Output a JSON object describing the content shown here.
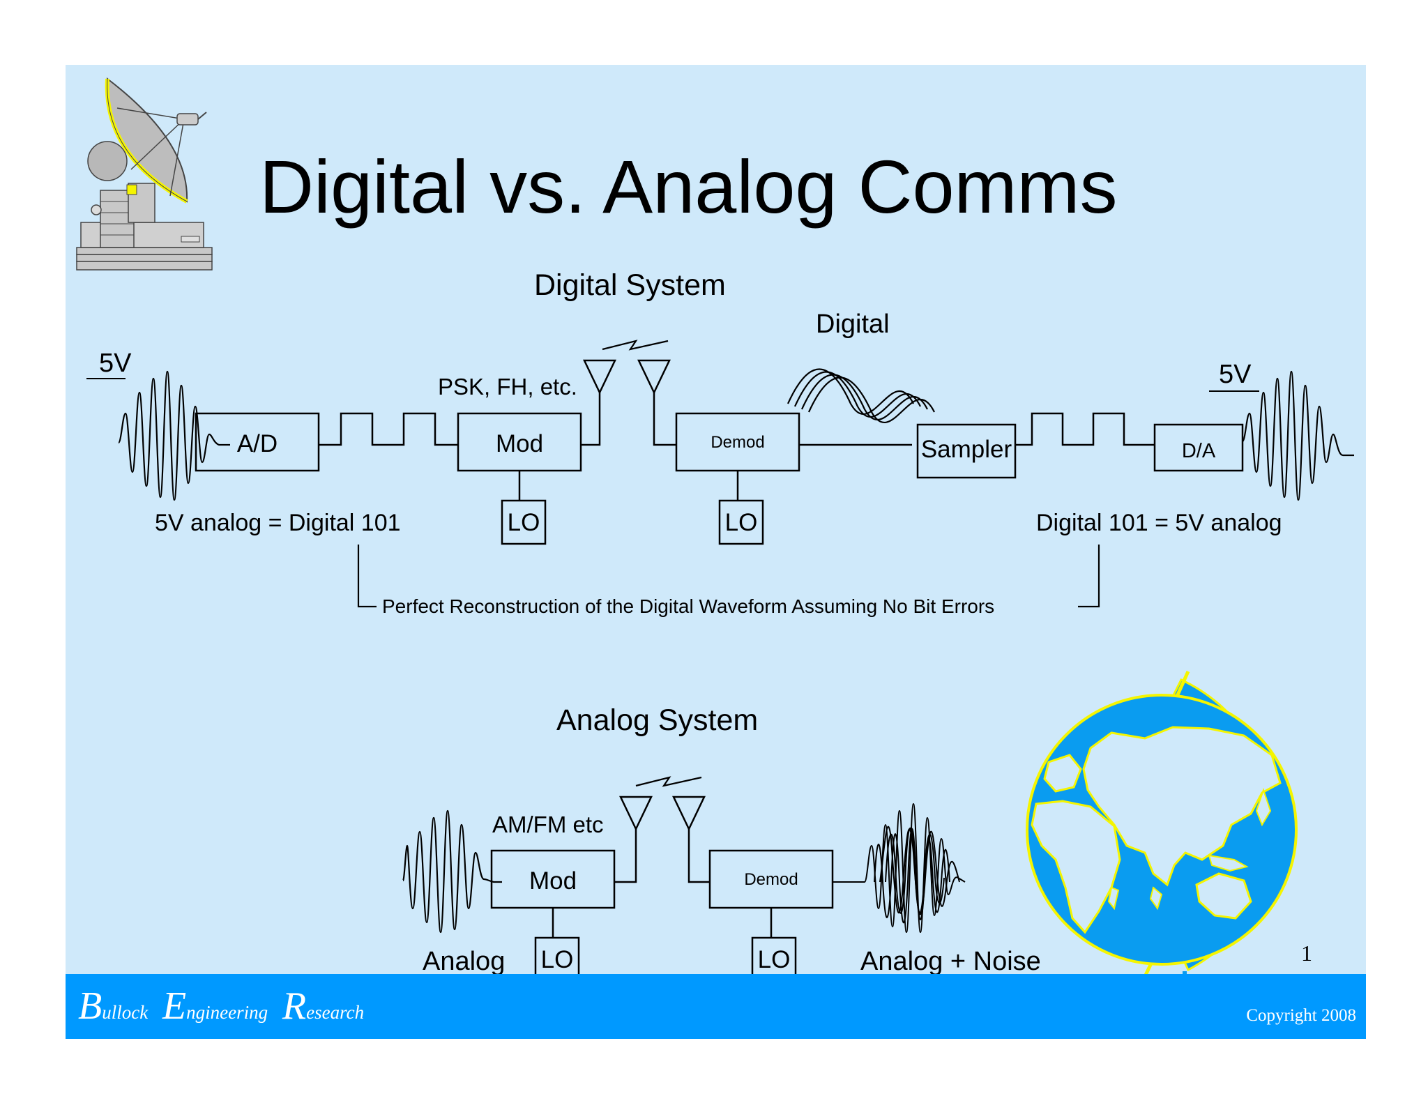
{
  "slide": {
    "title": "Digital vs. Analog Comms",
    "page_number": "1",
    "colors": {
      "background": "#cfe9fa",
      "footer": "#0099ff",
      "globe": "#0a9cf0",
      "accent_yellow": "#f5f500"
    },
    "icons": [
      "satellite-dish-icon",
      "globe-icon"
    ]
  },
  "footer": {
    "brand": {
      "b_cap": "B",
      "b_rest": "ullock",
      "e_cap": "E",
      "e_rest": "ngineering",
      "r_cap": "R",
      "r_rest": "esearch"
    },
    "copyright": "Copyright 2008"
  },
  "digital_system": {
    "heading": "Digital System",
    "input_level": "5V",
    "output_level": "5V",
    "blocks": {
      "ad": "A/D",
      "mod": "Mod",
      "demod": "Demod",
      "sampler": "Sampler",
      "da": "D/A",
      "lo_tx": "LO",
      "lo_rx": "LO"
    },
    "modulation_label": "PSK, FH, etc.",
    "channel_label": "Digital",
    "tx_equation": "5V analog = Digital 101",
    "rx_equation": "Digital 101 =  5V analog",
    "note": "Perfect Reconstruction of the Digital Waveform Assuming No Bit Errors"
  },
  "analog_system": {
    "heading": "Analog System",
    "modulation_label": "AM/FM etc",
    "blocks": {
      "mod": "Mod",
      "demod": "Demod",
      "lo_tx": "LO",
      "lo_rx": "LO"
    },
    "input_label": "Analog",
    "output_label": "Analog + Noise"
  }
}
